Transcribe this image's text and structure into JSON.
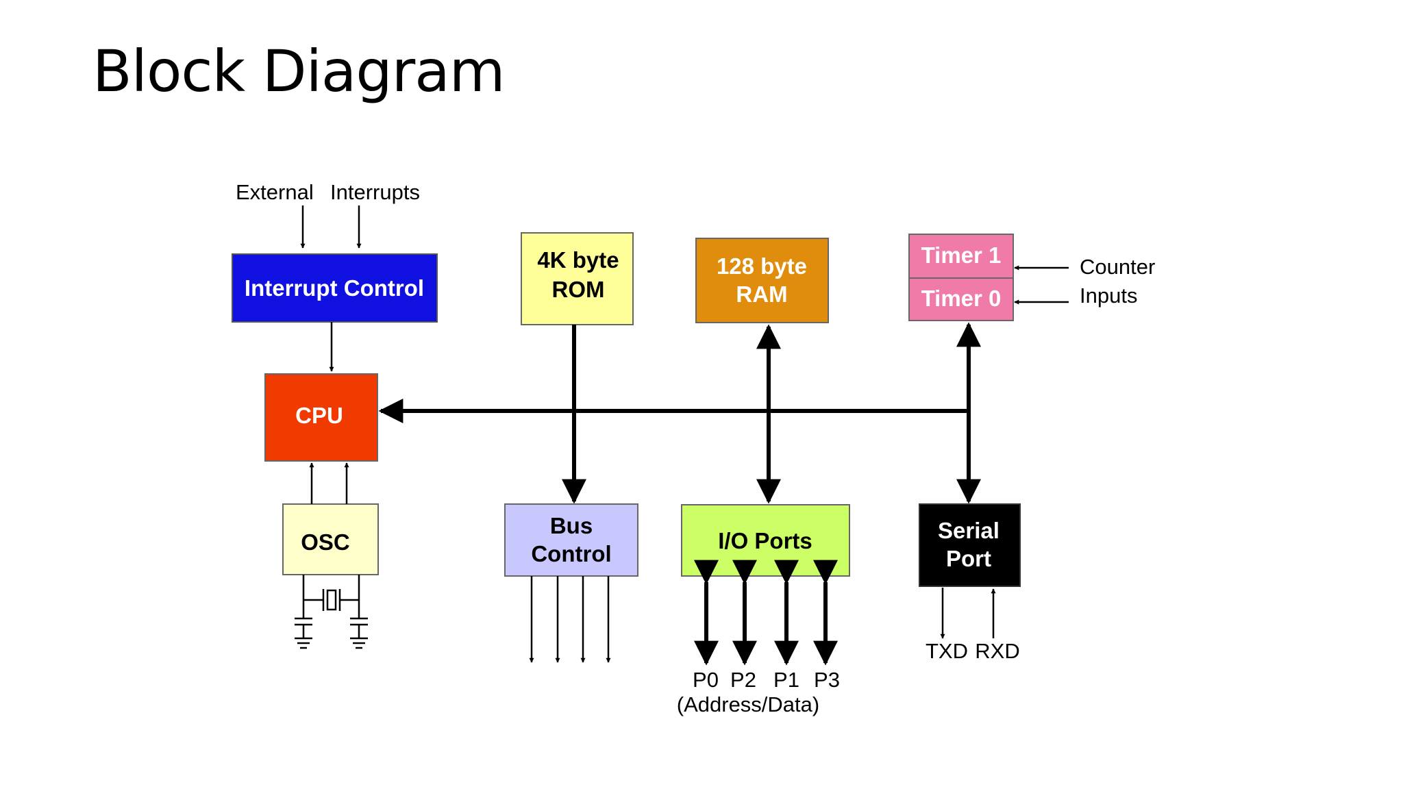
{
  "slide": {
    "title": "Block Diagram"
  },
  "labels": {
    "external": "External",
    "interrupts": "Interrupts",
    "counter": "Counter",
    "inputs": "Inputs",
    "txd": "TXD",
    "rxd": "RXD",
    "p0": "P0",
    "p2": "P2",
    "p1": "P1",
    "p3": "P3",
    "address_data": "(Address/Data)"
  },
  "blocks": {
    "interrupt_control": {
      "label": "Interrupt Control",
      "fill": "#1010e0",
      "text": "#ffffff"
    },
    "rom": {
      "line1": "4K byte",
      "line2": "ROM",
      "fill": "#ffff99",
      "text": "#000000"
    },
    "ram": {
      "line1": "128 byte",
      "line2": "RAM",
      "fill": "#e08c0c",
      "text": "#ffffff"
    },
    "timer1": {
      "label": "Timer 1",
      "fill": "#f07aa8",
      "text": "#ffffff"
    },
    "timer0": {
      "label": "Timer 0",
      "fill": "#f07aa8",
      "text": "#ffffff"
    },
    "cpu": {
      "label": "CPU",
      "fill": "#f03a00",
      "text": "#ffffff"
    },
    "osc": {
      "label": "OSC",
      "fill": "#ffffcc",
      "text": "#000000"
    },
    "bus_control": {
      "line1": "Bus",
      "line2": "Control",
      "fill": "#c8c8ff",
      "text": "#000000"
    },
    "io_ports": {
      "label": "I/O Ports",
      "fill": "#ccff66",
      "text": "#000000"
    },
    "serial_port": {
      "line1": "Serial",
      "line2": "Port",
      "fill": "#000000",
      "text": "#ffffff"
    }
  }
}
